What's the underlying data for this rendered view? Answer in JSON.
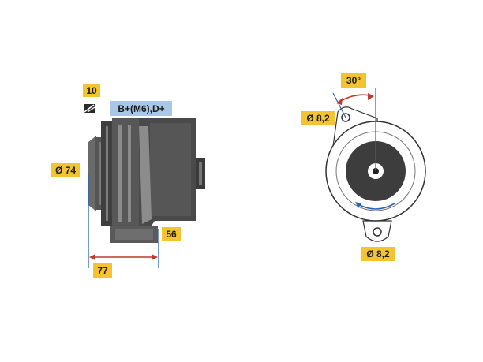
{
  "labels": {
    "code": "10",
    "terminals": "B+(M6),D+",
    "pulley_diameter": "Ø 74",
    "mount_depth": "56",
    "overall_length": "77",
    "angle": "30°",
    "hole_upper": "Ø 8,2",
    "hole_lower": "Ø 8,2"
  },
  "colors": {
    "label_yellow": "#f4c430",
    "terminal_blue": "#a9c8e8",
    "dimension_red": "#c0392b",
    "dimension_blue": "#2a64b4",
    "body_dark": "#4a4a4a",
    "body_light": "#9a9a9a"
  }
}
